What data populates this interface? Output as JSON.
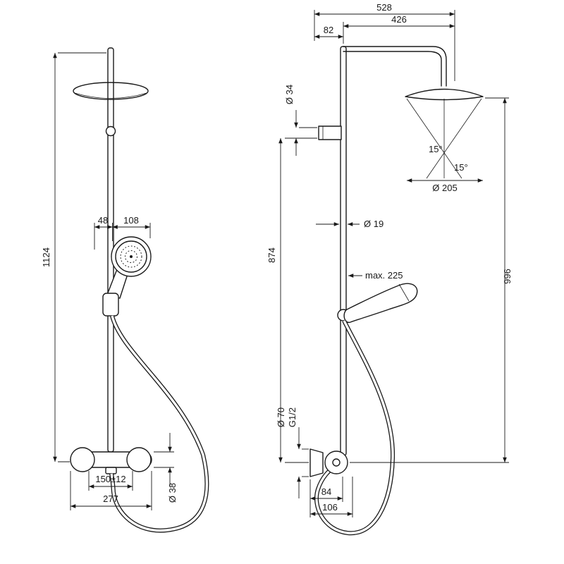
{
  "drawing_title": "Shower system technical dimension drawing, front and side elevations",
  "front": {
    "height_overall": "1124",
    "handshower_offset": "48",
    "handshower_width": "108",
    "connection_distance": "150±12",
    "mixer_width": "277",
    "mixer_body_dia": "Ø 38"
  },
  "side": {
    "projection_overall": "528",
    "arm_projection": "426",
    "wall_to_pipe": "82",
    "bracket_dia": "Ø 34",
    "pipe_section_height": "874",
    "pipe_dia": "Ø 19",
    "max_adjustment": "max. 225",
    "spray_angle_left": "15°",
    "spray_angle_right": "15°",
    "head_dia": "Ø 205",
    "height_overall": "996",
    "connection_dia": "Ø 70",
    "connection_thread": "G1/2",
    "wall_to_body": "84",
    "wall_to_front": "106"
  },
  "colors": {
    "line": "#1a1a1a",
    "background": "#ffffff"
  }
}
